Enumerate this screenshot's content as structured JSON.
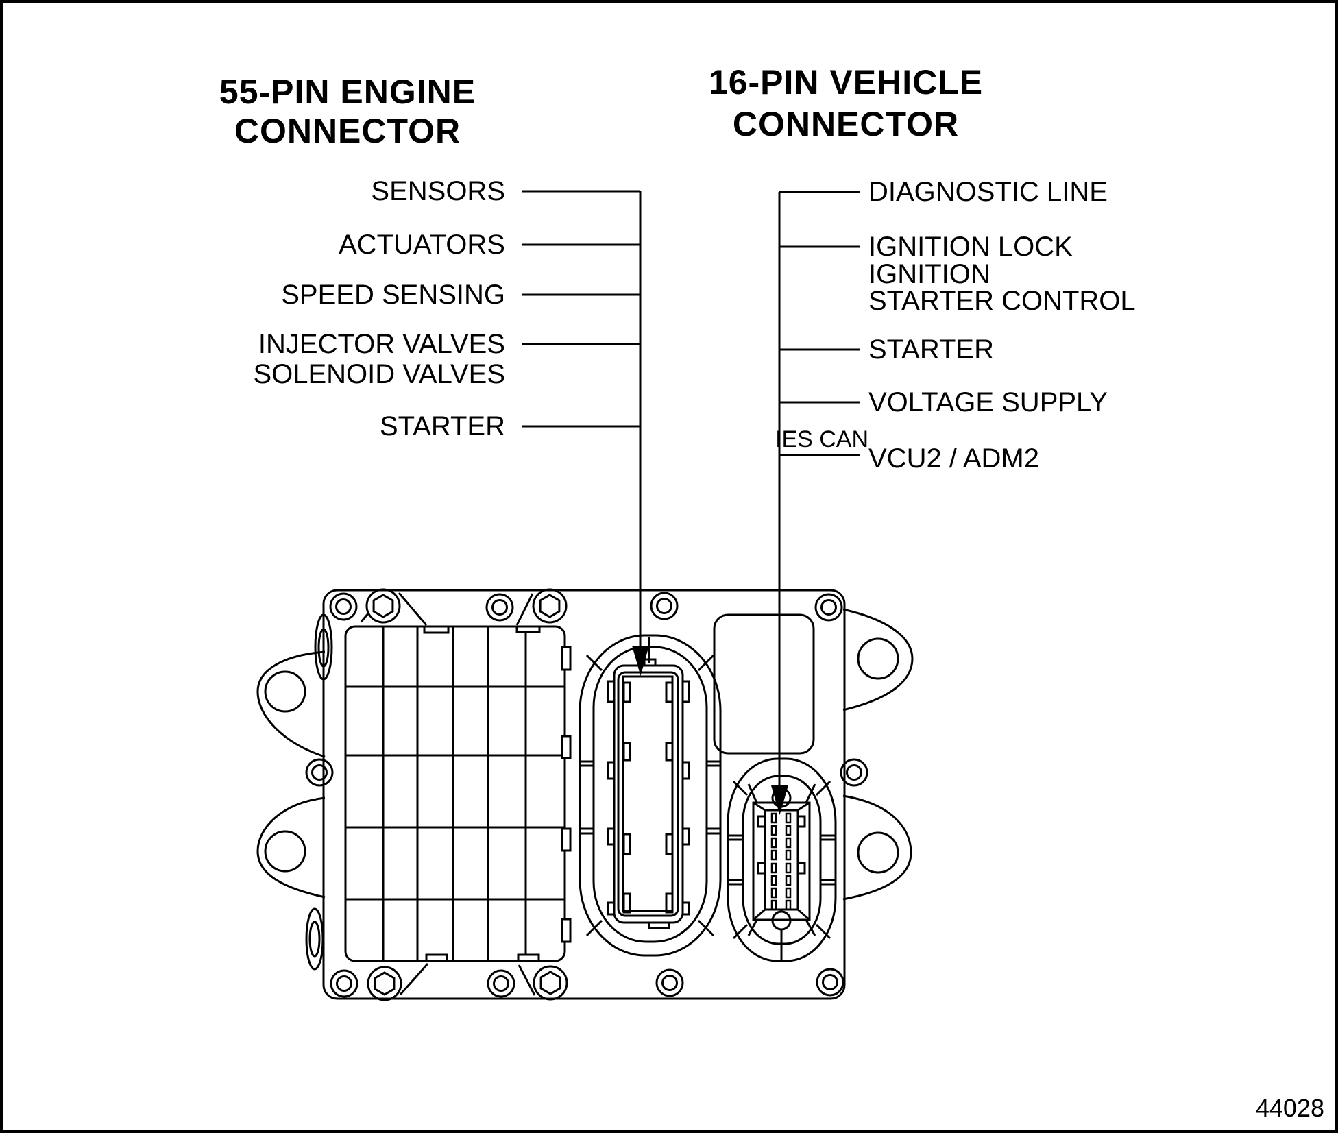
{
  "titles": {
    "left_line1": "55-PIN ENGINE",
    "left_line2": "CONNECTOR",
    "right_line1": "16-PIN VEHICLE",
    "right_line2": "CONNECTOR"
  },
  "left_labels": {
    "sensors": "SENSORS",
    "actuators": "ACTUATORS",
    "speed_sensing": "SPEED SENSING",
    "injector_valves": "INJECTOR VALVES",
    "solenoid_valves": "SOLENOID VALVES",
    "starter": "STARTER"
  },
  "right_labels": {
    "diagnostic_line": "DIAGNOSTIC LINE",
    "ignition_lock": "IGNITION LOCK",
    "ignition": "IGNITION",
    "starter_control": "STARTER CONTROL",
    "starter": "STARTER",
    "voltage_supply": "VOLTAGE SUPPLY",
    "ies_can": "IES CAN",
    "vcu2_adm2": "VCU2 / ADM2"
  },
  "figure_number": "44028",
  "colors": {
    "ink": "#000000",
    "background": "#ffffff"
  }
}
